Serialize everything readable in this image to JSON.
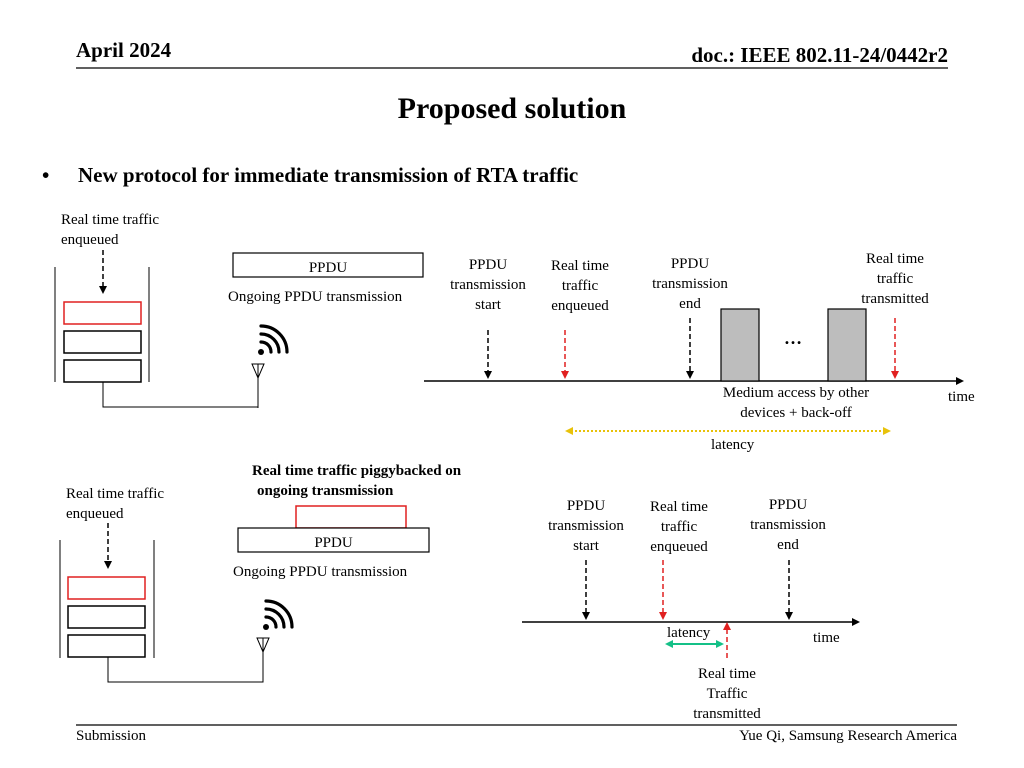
{
  "header": {
    "date": "April 2024",
    "doc": "doc.: IEEE 802.11-24/0442r2"
  },
  "title": "Proposed solution",
  "bullet": {
    "marker": "•",
    "text": "New protocol for immediate transmission of RTA traffic"
  },
  "top": {
    "queue_label": [
      "Real time traffic",
      "enqueued"
    ],
    "ppdu_label": "PPDU",
    "ongoing_label": "Ongoing PPDU transmission",
    "timeline": {
      "ppdu_start": [
        "PPDU",
        "transmission",
        "start"
      ],
      "rt_enqueued": [
        "Real time",
        "traffic",
        "enqueued"
      ],
      "ppdu_end": [
        "PPDU",
        "transmission",
        "end"
      ],
      "rt_transmitted": [
        "Real time",
        "traffic",
        "transmitted"
      ],
      "ellipsis": "…",
      "medium_access": [
        "Medium access by other",
        "devices + back-off"
      ],
      "time": "time",
      "latency": "latency"
    }
  },
  "bottom": {
    "piggyback_label": [
      "Real time traffic piggybacked on",
      "ongoing transmission"
    ],
    "queue_label": [
      "Real time traffic",
      "enqueued"
    ],
    "ppdu_label": "PPDU",
    "ongoing_label": "Ongoing PPDU transmission",
    "timeline": {
      "ppdu_start": [
        "PPDU",
        "transmission",
        "start"
      ],
      "rt_enqueued": [
        "Real time",
        "traffic",
        "enqueued"
      ],
      "ppdu_end": [
        "PPDU",
        "transmission",
        "end"
      ],
      "latency": "latency",
      "time": "time",
      "rt_transmitted": [
        "Real time",
        "Traffic",
        "transmitted"
      ]
    }
  },
  "footer": {
    "left": "Submission",
    "right": "Yue Qi, Samsung Research America"
  },
  "colors": {
    "queue_red": "#e02020",
    "arrow_red": "#e02020",
    "latency_yellow": "#e8c20a",
    "latency_green": "#14c087",
    "medium_block": "#bdbdbd"
  }
}
